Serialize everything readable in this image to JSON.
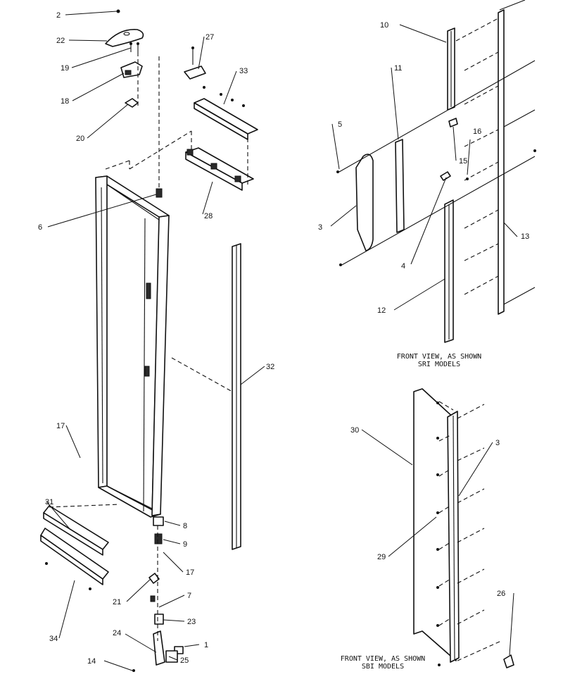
{
  "callouts": {
    "c1": "1",
    "c2": "2",
    "c3a": "3",
    "c3b": "3",
    "c4": "4",
    "c5": "5",
    "c6": "6",
    "c7": "7",
    "c8": "8",
    "c9": "9",
    "c10": "10",
    "c11": "11",
    "c12": "12",
    "c13": "13",
    "c14": "14",
    "c15": "15",
    "c16": "16",
    "c17a": "17",
    "c17b": "17",
    "c18": "18",
    "c19": "19",
    "c20": "20",
    "c21": "21",
    "c22": "22",
    "c23": "23",
    "c24": "24",
    "c25": "25",
    "c26": "26",
    "c27": "27",
    "c28": "28",
    "c29": "29",
    "c30": "30",
    "c31": "31",
    "c32": "32",
    "c33": "33",
    "c34": "34"
  },
  "captions": {
    "sri_line1": "FRONT VIEW, AS SHOWN",
    "sri_line2": "SRI MODELS",
    "sbi_line1": "FRONT VIEW, AS SHOWN",
    "sbi_line2": "SBI MODELS"
  }
}
